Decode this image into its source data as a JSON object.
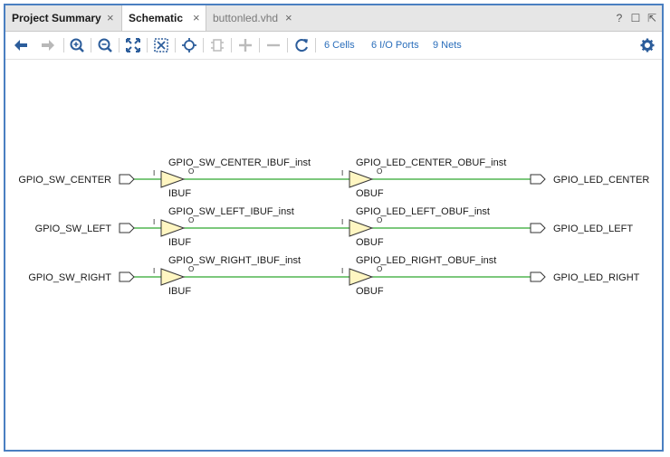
{
  "tabs": [
    {
      "label": "Project Summary",
      "state": "inactive-bold"
    },
    {
      "label": "Schematic",
      "state": "active"
    },
    {
      "label": "buttonled.vhd",
      "state": "inactive"
    }
  ],
  "tab_close_glyph": "×",
  "window_controls": {
    "help": "?",
    "restore": "☐",
    "float": "⇱"
  },
  "toolbar": {
    "icons": [
      "back-icon",
      "forward-icon",
      "zoom-in-icon",
      "zoom-out-icon",
      "zoom-fit-icon",
      "zoom-selection-icon",
      "select-icon",
      "instance-icon",
      "add-icon",
      "remove-icon",
      "refresh-icon",
      "settings-icon"
    ],
    "cells": "6 Cells",
    "ports": "6 I/O Ports",
    "nets": "9 Nets"
  },
  "schematic": {
    "wire_color": "#2fa72f",
    "buffer_fill": "#fff6c2",
    "rows": [
      {
        "input_port": "GPIO_SW_CENTER",
        "ibuf_inst": "GPIO_SW_CENTER_IBUF_inst",
        "ibuf_type": "IBUF",
        "obuf_inst": "GPIO_LED_CENTER_OBUF_inst",
        "obuf_type": "OBUF",
        "output_port": "GPIO_LED_CENTER",
        "pin_in": "I",
        "pin_out": "O"
      },
      {
        "input_port": "GPIO_SW_LEFT",
        "ibuf_inst": "GPIO_SW_LEFT_IBUF_inst",
        "ibuf_type": "IBUF",
        "obuf_inst": "GPIO_LED_LEFT_OBUF_inst",
        "obuf_type": "OBUF",
        "output_port": "GPIO_LED_LEFT",
        "pin_in": "I",
        "pin_out": "O"
      },
      {
        "input_port": "GPIO_SW_RIGHT",
        "ibuf_inst": "GPIO_SW_RIGHT_IBUF_inst",
        "ibuf_type": "IBUF",
        "obuf_inst": "GPIO_LED_RIGHT_OBUF_inst",
        "obuf_type": "OBUF",
        "output_port": "GPIO_LED_RIGHT",
        "pin_in": "I",
        "pin_out": "O"
      }
    ]
  }
}
